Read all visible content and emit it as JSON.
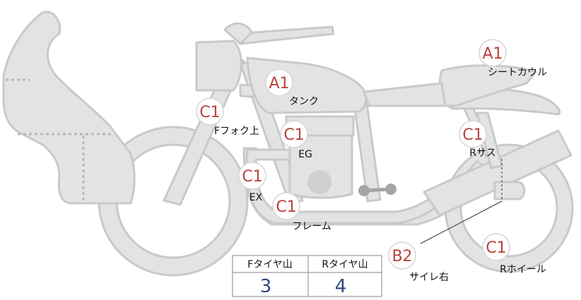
{
  "colors": {
    "body_fill": "#e3e3e3",
    "body_stroke": "#c9c9c9",
    "badge_text": "#b8433e",
    "badge_fill": "#ffffff",
    "value_text": "#2f4a7e",
    "label_text": "#111111"
  },
  "parts": [
    {
      "id": "fork",
      "grade": "C1",
      "label": "Fフォク上"
    },
    {
      "id": "tank",
      "grade": "A1",
      "label": "タンク"
    },
    {
      "id": "engine",
      "grade": "C1",
      "label": "EG"
    },
    {
      "id": "ex",
      "grade": "C1",
      "label": "EX"
    },
    {
      "id": "frame",
      "grade": "C1",
      "label": "フレーム"
    },
    {
      "id": "seat",
      "grade": "A1",
      "label": "シートカウル"
    },
    {
      "id": "rsus",
      "grade": "C1",
      "label": "Rサス"
    },
    {
      "id": "muffler",
      "grade": "B2",
      "label": "サイレ右"
    },
    {
      "id": "rwheel",
      "grade": "C1",
      "label": "Rホイール"
    }
  ],
  "tire_table": {
    "headers": [
      "Fタイヤ山",
      "Rタイヤ山"
    ],
    "values": [
      "3",
      "4"
    ]
  }
}
